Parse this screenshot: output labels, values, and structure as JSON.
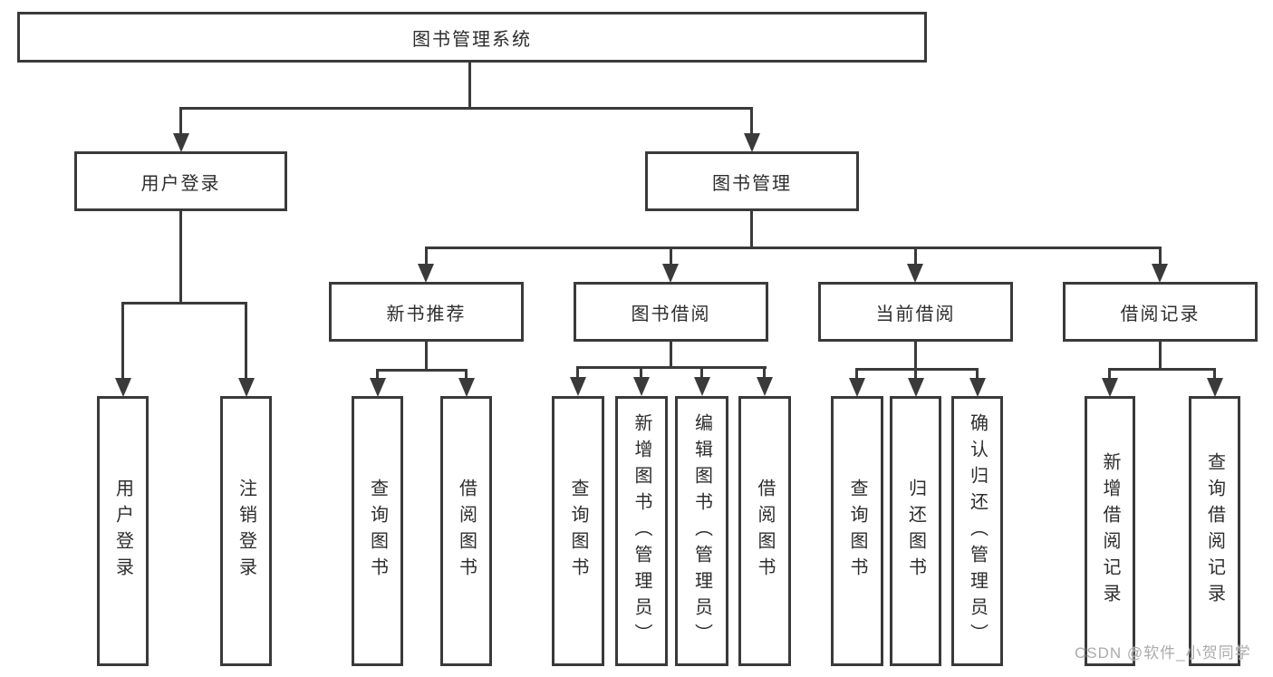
{
  "style": {
    "stroke_color": "#3a3a3a",
    "text_color": "#2d2d2d",
    "watermark_color": "#ababab",
    "background_color": "#ffffff"
  },
  "tree": {
    "root": "图书管理系统",
    "branches": [
      {
        "label": "用户登录",
        "leaves": [
          "用户登录",
          "注销登录"
        ]
      },
      {
        "label": "图书管理",
        "children": [
          {
            "label": "新书推荐",
            "leaves": [
              "查询图书",
              "借阅图书"
            ]
          },
          {
            "label": "图书借阅",
            "leaves": [
              "查询图书",
              "新增图书（管理员）",
              "编辑图书（管理员）",
              "借阅图书"
            ]
          },
          {
            "label": "当前借阅",
            "leaves": [
              "查询图书",
              "归还图书",
              "确认归还（管理员）"
            ]
          },
          {
            "label": "借阅记录",
            "leaves": [
              "新增借阅记录",
              "查询借阅记录"
            ]
          }
        ]
      }
    ]
  },
  "watermark": {
    "text": "CSDN @软件_小贺同学"
  }
}
